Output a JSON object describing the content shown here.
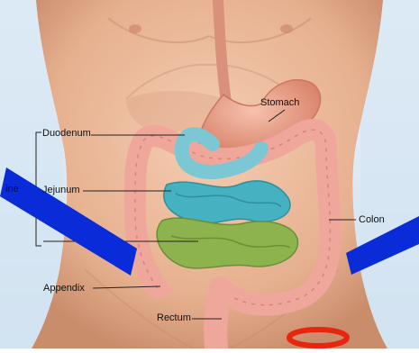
{
  "labels": {
    "stomach": "Stomach",
    "duodenum": "Duodenum",
    "jejunum": "Jejunum",
    "ileum_partial": "ine",
    "colon": "Colon",
    "appendix": "Appendix",
    "rectum": "Rectum"
  },
  "colors": {
    "skin": "#e9b89a",
    "stomach": "#e8a48c",
    "duodenum": "#7cc7d4",
    "jejunum": "#46b1c0",
    "ileum": "#8db34f",
    "colon": "#f0a9a0",
    "annotation_bar": "#0a2bd8",
    "annotation_ring": "#e8250f"
  },
  "annotations": {
    "bars": 2,
    "ellipses": 1
  }
}
